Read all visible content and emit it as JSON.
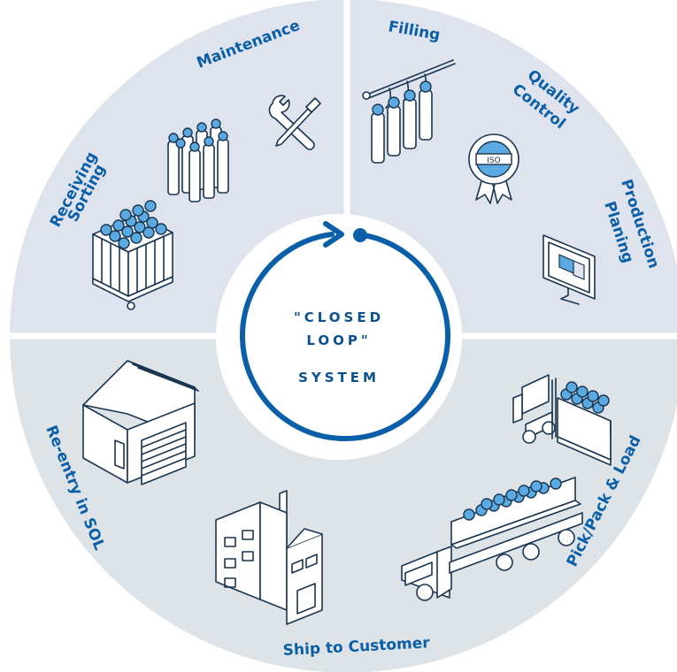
{
  "diagram": {
    "center": {
      "lines": [
        "\"CLOSED",
        "LOOP\"",
        "SYSTEM"
      ]
    },
    "steps": [
      {
        "id": "maintenance",
        "label": "Maintenance"
      },
      {
        "id": "filling",
        "label": "Filling"
      },
      {
        "id": "quality-control",
        "lines": [
          "Quality",
          "Control"
        ]
      },
      {
        "id": "production-planing",
        "lines": [
          "Production",
          "Planing"
        ]
      },
      {
        "id": "pick-pack-load",
        "label": "Pick/Pack & Load"
      },
      {
        "id": "ship-to-customer",
        "label": "Ship to Customer"
      },
      {
        "id": "re-entry",
        "label": "Re-entry in SOL"
      },
      {
        "id": "receiving-sorting",
        "lines": [
          "Receiving",
          "Sorting"
        ]
      }
    ],
    "badge": {
      "label": "ISO"
    },
    "colors": {
      "top_quadrant": "#dfe3ee",
      "bottom_half": "#dde3e7",
      "accent": "#0b5fa8",
      "icon_blue": "#5aa9e0"
    },
    "icons": [
      "wrench-screwdriver-icon",
      "cylinder-bundle-icon",
      "filling-manifold-icon",
      "iso-badge-icon",
      "monitor-icon",
      "forklift-icon",
      "truck-icon",
      "factory-icon",
      "warehouse-icon",
      "pallet-cylinders-icon"
    ]
  }
}
